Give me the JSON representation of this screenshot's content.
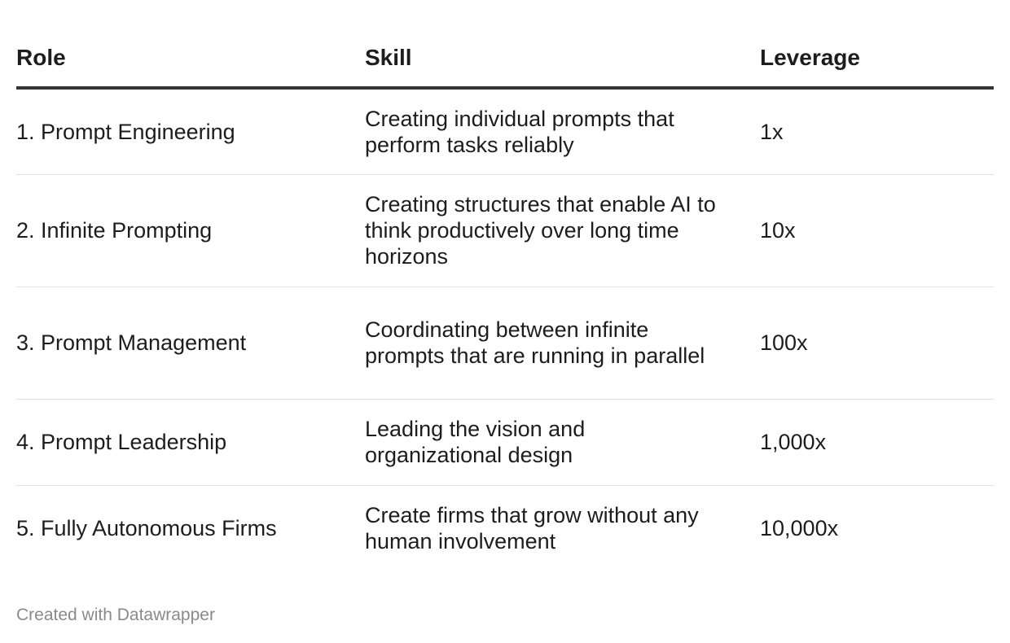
{
  "chart_data": {
    "type": "table",
    "columns": [
      "Role",
      "Skill",
      "Leverage"
    ],
    "rows": [
      {
        "role": "1. Prompt Engineering",
        "skill": "Creating individual prompts that perform tasks reliably",
        "leverage": "1x"
      },
      {
        "role": "2. Infinite Prompting",
        "skill": "Creating structures that enable AI to think productively over long time horizons",
        "leverage": "10x"
      },
      {
        "role": "3. Prompt Management",
        "skill": "Coordinating between infinite prompts that are running in parallel",
        "leverage": "100x"
      },
      {
        "role": "4. Prompt Leadership",
        "skill": "Leading the vision and organizational design",
        "leverage": "1,000x"
      },
      {
        "role": "5. Fully Autonomous Firms",
        "skill": "Create firms that grow without any human involvement",
        "leverage": "10,000x"
      }
    ]
  },
  "footer": {
    "credit": "Created with Datawrapper"
  },
  "colors": {
    "text": "#1d1d1d",
    "header_rule": "#333333",
    "row_rule": "#e2e2e2",
    "footer_text": "#8a8a8a"
  }
}
